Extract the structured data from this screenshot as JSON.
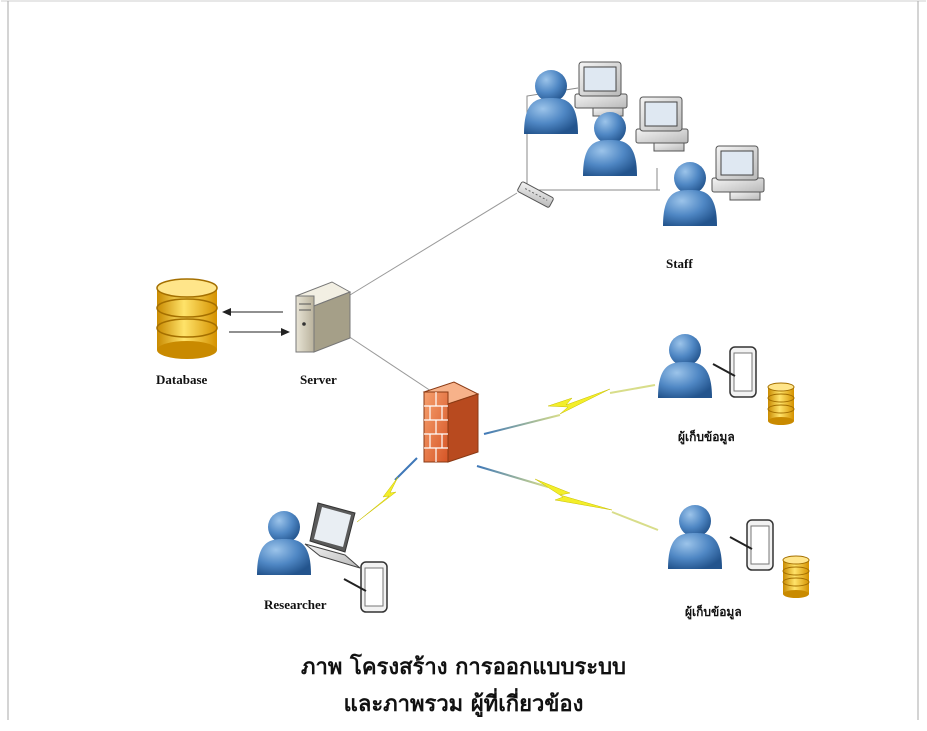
{
  "diagram": {
    "nodes": {
      "database": {
        "label": "Database",
        "icon": "database-icon"
      },
      "server": {
        "label": "Server",
        "icon": "server-icon"
      },
      "staff": {
        "label": "Staff",
        "icon": "user-workstation-icon"
      },
      "collector_top": {
        "label": "ผู้เก็บข้อมูล",
        "icon": "user-tablet-icon"
      },
      "collector_bottom": {
        "label": "ผู้เก็บข้อมูล",
        "icon": "user-tablet-icon"
      },
      "researcher": {
        "label": "Researcher",
        "icon": "user-laptop-icon"
      },
      "firewall": {
        "label": "",
        "icon": "firewall-icon"
      },
      "switch": {
        "label": "",
        "icon": "network-switch-icon"
      }
    },
    "caption": {
      "line1": "ภาพ โครงสร้าง การออกแบบระบบ",
      "line2": "และภาพรวม ผู้ที่เกี่ยวข้อง"
    }
  },
  "colors": {
    "person_blue": "#3f78b8",
    "gold": "#f2b21b",
    "firewall_brick": "#e8703a",
    "lightning": "#f3ee2a",
    "line": "#9a9a9a"
  }
}
